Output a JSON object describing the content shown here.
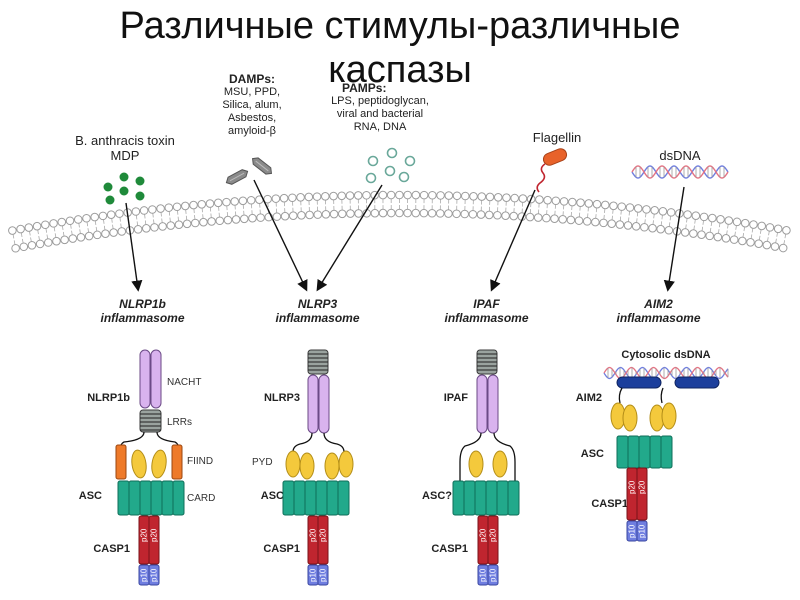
{
  "title": {
    "line1": "Различные стимулы-различные",
    "line2": "каспазы"
  },
  "stimuli": {
    "anthracis": {
      "line1": "B. anthracis toxin",
      "line2": "MDP"
    },
    "damps": {
      "heading": "DAMPs:",
      "items": [
        "MSU, PPD,",
        "Silica, alum,",
        "Asbestos,",
        "amyloid-β"
      ]
    },
    "pamps": {
      "heading": "PAMPs:",
      "items": [
        "LPS, peptidoglycan,",
        "viral and bacterial",
        "RNA, DNA"
      ]
    },
    "flagellin": "Flagellin",
    "dsdna": "dsDNA"
  },
  "inflammasomes": [
    {
      "name": "NLRP1b",
      "word": "inflammasome"
    },
    {
      "name": "NLRP3",
      "word": "inflammasome"
    },
    {
      "name": "IPAF",
      "word": "inflammasome"
    },
    {
      "name": "AIM2",
      "word": "inflammasome"
    }
  ],
  "protein_labels": {
    "col1": {
      "top": "NLRP1b",
      "asc": "ASC",
      "casp": "CASP1"
    },
    "col2": {
      "top": "NLRP3",
      "asc": "ASC",
      "casp": "CASP1"
    },
    "col3": {
      "top": "IPAF",
      "asc": "ASC?",
      "casp": "CASP1"
    },
    "col4": {
      "top": "AIM2",
      "asc": "ASC",
      "casp": "CASP1"
    }
  },
  "domain_labels": {
    "nacht": "NACHT",
    "lrrs": "LRRs",
    "fiind": "FIIND",
    "card": "CARD",
    "pyd": "PYD"
  },
  "cytosolic": "Cytosolic dsDNA",
  "subunits": {
    "p20": "p20",
    "p10": "p10"
  },
  "colors": {
    "nacht": "#d9b3ee",
    "lrr": "#8f9a95",
    "fiind": "#ee7a2a",
    "pyd": "#f4c93c",
    "asc": "#22a98b",
    "casp": "#c0252f",
    "p10": "#6f7ee0",
    "aim2_hin": "#1c3f9c",
    "bacteria": "#1f8a3a",
    "pamp": "#7fbfae",
    "flagellin": "#e8622a",
    "membrane": "#9c9c9c"
  }
}
